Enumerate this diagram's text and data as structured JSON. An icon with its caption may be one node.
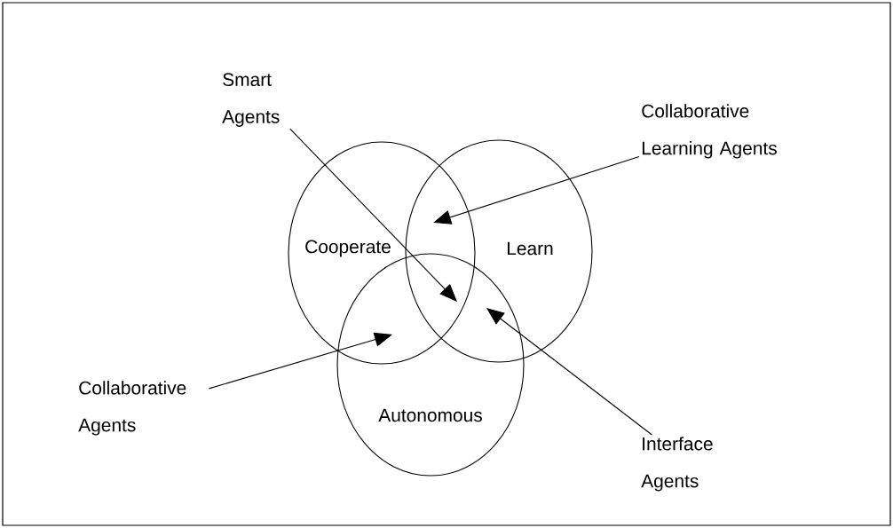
{
  "diagram": {
    "nodes": [
      {
        "text": [
          "Cooperate"
        ]
      },
      {
        "text": [
          "Learn"
        ]
      },
      {
        "text": [
          "Autonomous"
        ]
      },
      {
        "text": [
          "Smart Agents"
        ]
      },
      {
        "text": [
          "Collaborative Learning Agents"
        ]
      },
      {
        "text": [
          "Collaborative Agents"
        ]
      },
      {
        "text": [
          "Interface Agents"
        ]
      }
    ],
    "edges": [
      {
        "from": 3,
        "to": 0,
        "arrow": "to"
      },
      {
        "from": 4,
        "to": 0,
        "arrow": "to"
      },
      {
        "from": 5,
        "to": 0,
        "arrow": "to"
      },
      {
        "from": 6,
        "to": 2,
        "arrow": "to"
      }
    ]
  }
}
